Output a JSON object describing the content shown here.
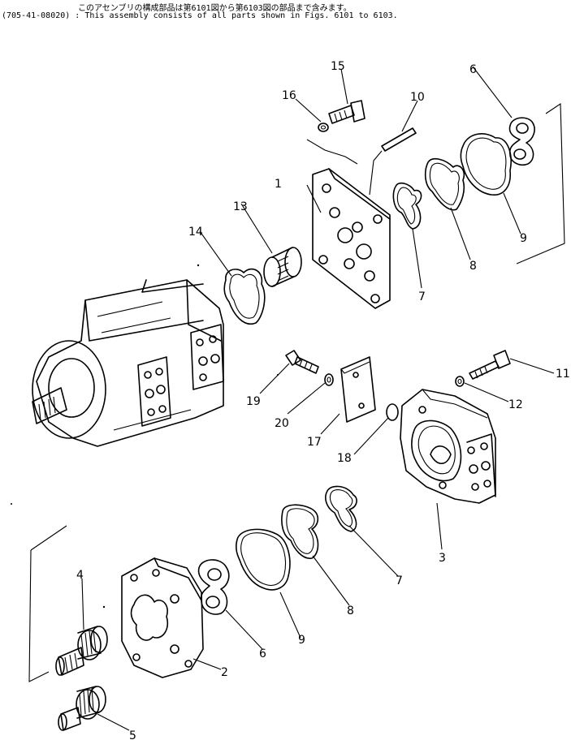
{
  "header": {
    "note_jp": "このアセンブリの構成部品は第6101図から第6103図の部品まで含みます。",
    "note_en": "(705-41-08020) : This assembly consists of all parts shown in Figs. 6101 to 6103."
  },
  "callouts": {
    "c1": "1",
    "c2": "2",
    "c3": "3",
    "c4": "4",
    "c5": "5",
    "c6a": "6",
    "c6b": "6",
    "c7a": "7",
    "c7b": "7",
    "c8a": "8",
    "c8b": "8",
    "c9a": "9",
    "c9b": "9",
    "c10": "10",
    "c11": "11",
    "c12": "12",
    "c13": "13",
    "c14": "14",
    "c15": "15",
    "c16": "16",
    "c17": "17",
    "c18": "18",
    "c19": "19",
    "c20": "20"
  }
}
